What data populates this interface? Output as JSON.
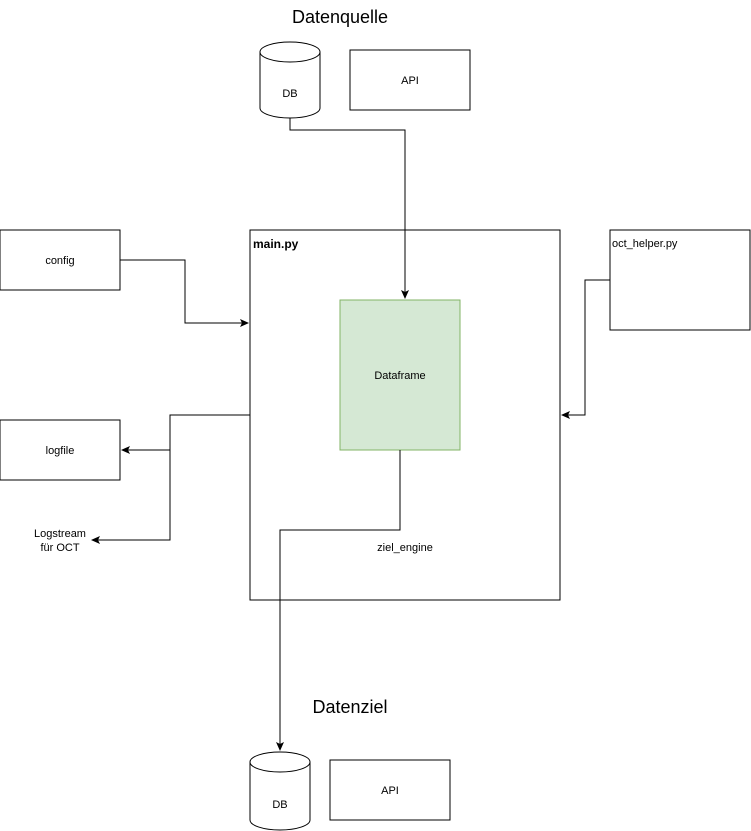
{
  "titles": {
    "source": "Datenquelle",
    "target": "Datenziel"
  },
  "source": {
    "db_label": "DB",
    "api_label": "API"
  },
  "target": {
    "db_label": "DB",
    "api_label": "API"
  },
  "main": {
    "label": "main.py",
    "dataframe_label": "Dataframe",
    "engine_label": "ziel_engine"
  },
  "side": {
    "config_label": "config",
    "logfile_label": "logfile",
    "logstream_line1": "Logstream",
    "logstream_line2": "für OCT",
    "helper_label": "oct_helper.py"
  },
  "colors": {
    "dataframe_fill": "#d5e8d4",
    "dataframe_stroke": "#82b366",
    "line": "#000000"
  }
}
